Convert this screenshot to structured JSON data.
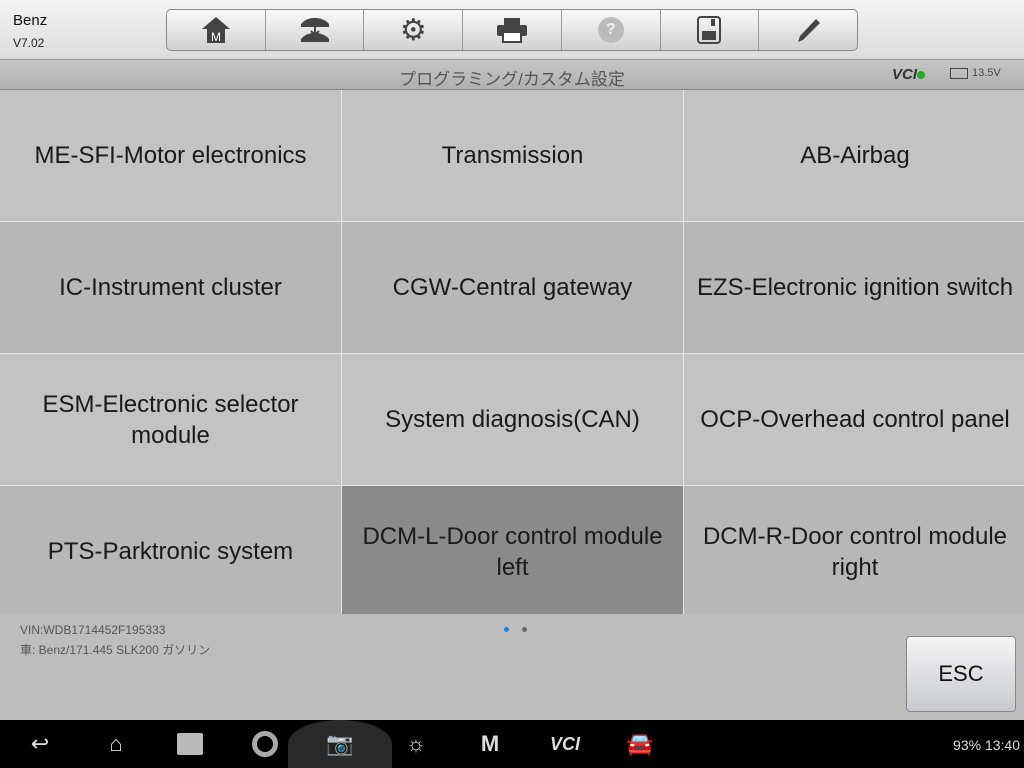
{
  "header": {
    "brand": "Benz",
    "version": "V7.02"
  },
  "toolbar": [
    {
      "icon": "home-m-icon"
    },
    {
      "icon": "vehicle-swap-icon"
    },
    {
      "icon": "gear-icon"
    },
    {
      "icon": "printer-icon"
    },
    {
      "icon": "help-icon"
    },
    {
      "icon": "save-icon"
    },
    {
      "icon": "pencil-icon"
    }
  ],
  "titlebar": {
    "title": "プログラミング/カスタム設定",
    "vcl": "VCI",
    "voltage": "13.5V"
  },
  "modules": [
    "ME-SFI-Motor electronics",
    "Transmission",
    "AB-Airbag",
    "IC-Instrument cluster",
    "CGW-Central gateway",
    "EZS-Electronic ignition switch",
    "ESM-Electronic selector module",
    "System diagnosis(CAN)",
    "OCP-Overhead control panel",
    "PTS-Parktronic system",
    "DCM-L-Door control module left",
    "DCM-R-Door control module right"
  ],
  "selected_index": 10,
  "footer": {
    "vin": "VIN:WDB1714452F195333",
    "vehicle": "車: Benz/171.445 SLK200 ガソリン",
    "esc": "ESC",
    "page": 1,
    "pages": 2
  },
  "navbar": {
    "vcl": "VCI",
    "status": "93% 13:40"
  }
}
